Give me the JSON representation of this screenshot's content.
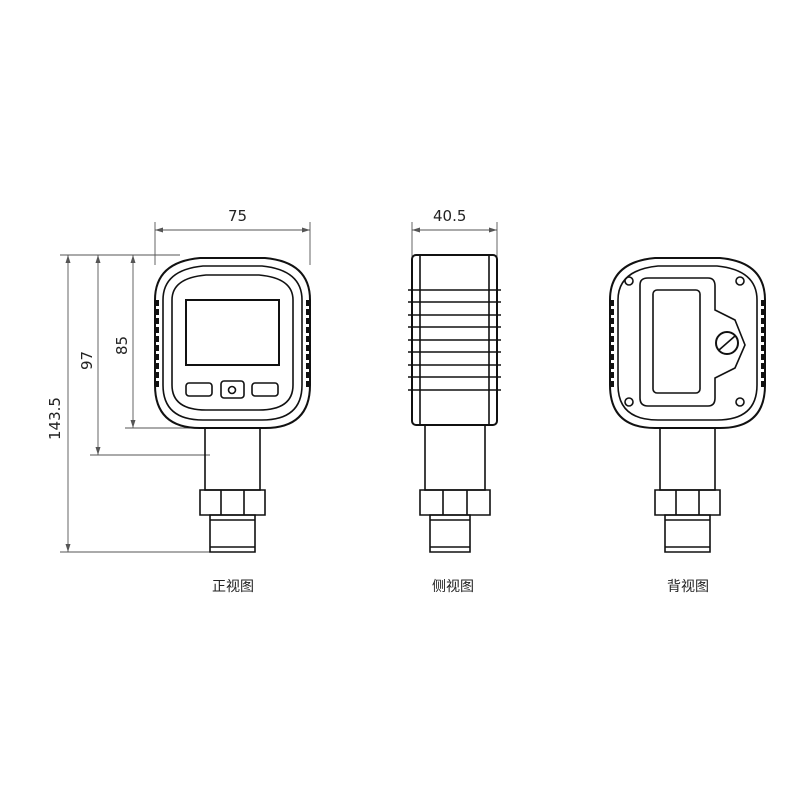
{
  "dimensions": {
    "width": "75",
    "depth": "40.5",
    "total_height": "143.5",
    "height_97": "97",
    "body_height": "85"
  },
  "views": {
    "front": "正视图",
    "side": "侧视图",
    "back": "背视图"
  },
  "colors": {
    "line": "#111111",
    "dimension": "#555555"
  }
}
